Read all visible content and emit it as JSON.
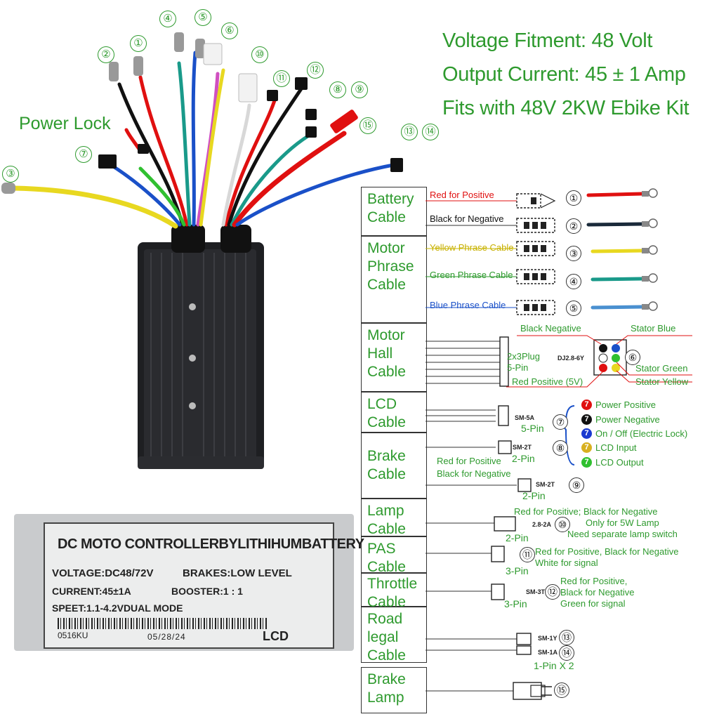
{
  "header": {
    "line1": "Voltage Fitment: 48 Volt",
    "line2": "Output Current: 45 ± 1 Amp",
    "line3": "Fits with 48V 2KW Ebike Kit"
  },
  "photo": {
    "power_lock": "Power Lock",
    "numbers": [
      "①",
      "②",
      "③",
      "④",
      "⑤",
      "⑥",
      "⑦",
      "⑧",
      "⑨",
      "⑩",
      "⑪",
      "⑫",
      "⑬",
      "⑭",
      "⑮"
    ]
  },
  "colors": {
    "green": "#2e9a2e",
    "red": "#e01010",
    "black": "#111111",
    "yellow": "#e8d820",
    "teal": "#1a9a8a",
    "blue": "#1a50c8"
  },
  "cables": [
    {
      "name": "Battery\nCable"
    },
    {
      "name": "Motor\nPhrase\nCable"
    },
    {
      "name": "Motor\nHall\nCable"
    },
    {
      "name": "LCD\nCable"
    },
    {
      "name": "Brake\nCable"
    },
    {
      "name": "Lamp\nCable"
    },
    {
      "name": "PAS\nCable"
    },
    {
      "name": "Throttle\nCable"
    },
    {
      "name": "Road\nlegal\nCable"
    },
    {
      "name": "Brake\nLamp"
    }
  ],
  "wires": {
    "battery_pos": "Red for Positive",
    "battery_neg": "Black for Negative",
    "yellow_phase": "Yellow Phrase Cable",
    "green_phase": "Green Phrase Cable",
    "blue_phase": "Blue Phrase Cable"
  },
  "hall": {
    "plug": "2x3Plug",
    "pins": "5-Pin",
    "model": "DJ2.8-6Y",
    "black_neg": "Black Negative",
    "stator_blue": "Stator Blue",
    "stator_green": "Stator Green",
    "stator_yellow": "Stator Yellow",
    "red_pos": "Red Positive (5V)"
  },
  "lcd": {
    "model": "SM-5A",
    "pins": "5-Pin",
    "items": [
      {
        "n": "7",
        "label": "Power Positive",
        "color": "#e01010"
      },
      {
        "n": "7",
        "label": "Power Negative",
        "color": "#111111"
      },
      {
        "n": "7",
        "label": "On / Off (Electric Lock)",
        "color": "#1a3ad0"
      },
      {
        "n": "7",
        "label": "LCD Input",
        "color": "#d8b020"
      },
      {
        "n": "7",
        "label": "LCD Output",
        "color": "#30c030"
      }
    ]
  },
  "brake": {
    "model1": "SM-2T",
    "pins1": "2-Pin",
    "red_pos": "Red for Positive",
    "black_neg": "Black for Negative",
    "model2": "SM-2T",
    "pins2": "2-Pin"
  },
  "lamp": {
    "model": "2.8-2A",
    "pins": "2-Pin",
    "line1": "Red for Positive; Black for Negative",
    "line2": "Only for 5W Lamp",
    "line3": "Need separate lamp switch"
  },
  "pas": {
    "pins": "3-Pin",
    "line1": "Red for Positive, Black for Negative",
    "line2": "White for signal"
  },
  "throttle": {
    "model": "SM-3T",
    "pins": "3-Pin",
    "line1": "Red for Positive,",
    "line2": "Black for Negative",
    "line3": "Green for signal"
  },
  "road": {
    "model1": "SM-1Y",
    "model2": "SM-1A",
    "pins": "1-Pin X 2"
  },
  "plate": {
    "title": "DC MOTO CONTROLLERBYLITHIHUMBATTERY",
    "voltage": "VOLTAGE:DC48/72V",
    "brakes": "BRAKES:LOW LEVEL",
    "current": "CURRENT:45±1A",
    "booster": "BOOSTER:1 : 1",
    "speet": "SPEET:1.1-4.2VDUAL MODE",
    "code": "0516KU",
    "date": "05/28/24",
    "lcd": "LCD"
  }
}
